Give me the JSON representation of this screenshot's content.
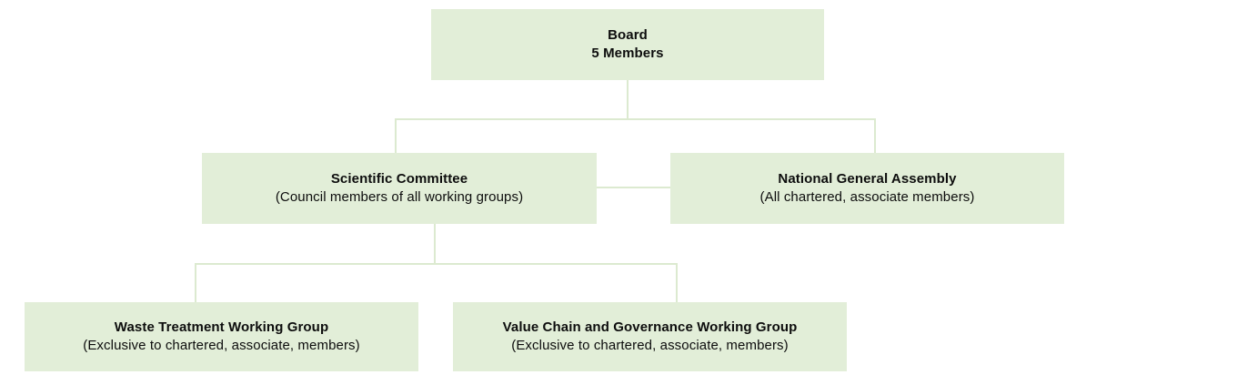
{
  "diagram": {
    "type": "organizational-chart",
    "colors": {
      "node_fill": "#e2eed8",
      "connector": "#dcead0",
      "text": "#0d0d0d",
      "background": "#ffffff"
    },
    "nodes": {
      "board": {
        "title": "Board",
        "subtitle": "5 Members"
      },
      "scientific_committee": {
        "title": "Scientific Committee",
        "subtitle": "(Council members of all working groups)"
      },
      "national_general_assembly": {
        "title": "National General Assembly",
        "subtitle": "(All chartered, associate members)"
      },
      "waste_treatment": {
        "title": "Waste Treatment Working Group",
        "subtitle": "(Exclusive to chartered, associate, members)"
      },
      "value_chain": {
        "title": "Value Chain and Governance Working Group",
        "subtitle": "(Exclusive to chartered, associate, members)"
      }
    }
  }
}
